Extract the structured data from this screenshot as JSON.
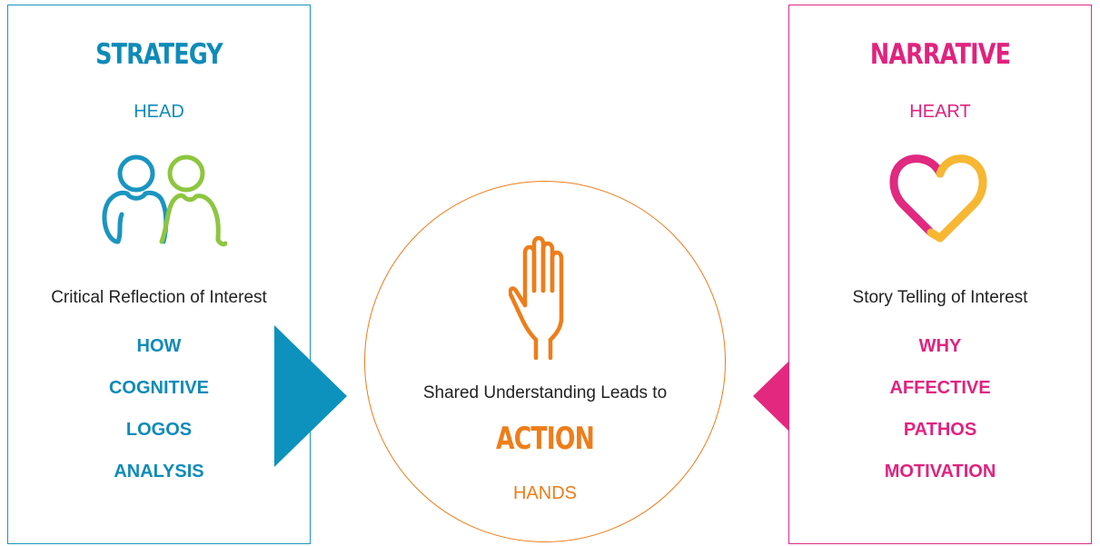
{
  "left": {
    "title": "STRATEGY",
    "subtitle": "HEAD",
    "icon": "two-people-icon",
    "description": "Critical Reflection of Interest",
    "keywords": [
      "HOW",
      "COGNITIVE",
      "LOGOS",
      "ANALYSIS"
    ],
    "color": "#0f8bb8"
  },
  "right": {
    "title": "NARRATIVE",
    "subtitle": "HEART",
    "icon": "heart-icon",
    "description": "Story Telling of Interest",
    "keywords": [
      "WHY",
      "AFFECTIVE",
      "PATHOS",
      "MOTIVATION"
    ],
    "color": "#e0237f"
  },
  "center": {
    "icon": "raised-hand-icon",
    "description": "Shared Understanding Leads to",
    "title": "ACTION",
    "subtitle": "HANDS",
    "color": "#ee7d1a"
  },
  "colors": {
    "accent_green": "#8dc63f",
    "accent_yellow": "#f7b733"
  }
}
